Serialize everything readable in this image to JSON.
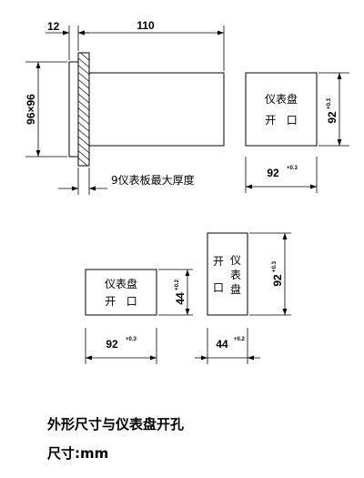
{
  "side_view": {
    "flange_width": "12",
    "body_depth": "110",
    "front_size": "96×96",
    "thickness_note": "9仪表板最大厚度"
  },
  "cutout_96": {
    "label_line1": "仪表盘",
    "label_line2": "开   口",
    "height_value": "92",
    "height_tol": "+0.3",
    "width_value": "92",
    "width_tol": "+0.3"
  },
  "cutout_horizontal": {
    "label_line1": "仪表盘",
    "label_line2": "开   口",
    "width_value": "92",
    "width_tol": "+0.3",
    "height_value": "44",
    "height_tol": "+0.2"
  },
  "cutout_vertical": {
    "col1_top": "开",
    "col1_bottom": "口",
    "col2_1": "仪",
    "col2_2": "表",
    "col2_3": "盘",
    "width_value": "44",
    "width_tol": "+0.2",
    "height_value": "92",
    "height_tol": "+0.3"
  },
  "captions": {
    "title": "外形尺寸与仪表盘开孔",
    "units": "尺寸:mm"
  }
}
